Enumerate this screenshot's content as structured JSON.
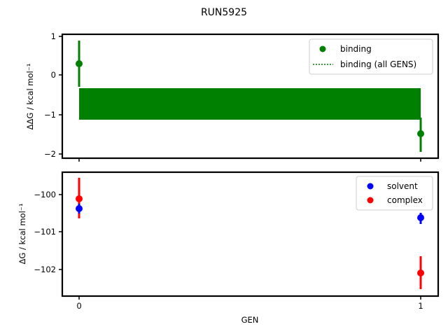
{
  "figure": {
    "title": "RUN5925"
  },
  "chart_data": [
    {
      "type": "scatter",
      "panel": "top",
      "title": "",
      "xlabel": "",
      "ylabel": "ΔΔG / kcal mol⁻¹",
      "x": [
        0,
        1
      ],
      "xticks": [
        "0",
        "1"
      ],
      "yticks": [
        "1",
        "0",
        "−1",
        "−2"
      ],
      "ylim": [
        -2.08,
        1.05
      ],
      "grid": false,
      "legend_position": "upper right",
      "series": [
        {
          "name": "binding",
          "color": "#008000",
          "marker": "o",
          "values": [
            0.28,
            -1.48
          ],
          "err_low": [
            -0.3,
            -1.95
          ],
          "err_high": [
            0.85,
            -0.35
          ]
        },
        {
          "name": "binding (all GENS)",
          "color": "#008000",
          "linestyle": "dotted",
          "band": {
            "x_from": 0,
            "x_to": 1,
            "low": -1.12,
            "high": -0.35
          }
        }
      ]
    },
    {
      "type": "scatter",
      "panel": "bottom",
      "title": "",
      "xlabel": "GEN",
      "ylabel": "ΔG / kcal mol⁻¹",
      "x": [
        0,
        1
      ],
      "xticks": [
        "0",
        "1"
      ],
      "yticks": [
        "−100",
        "−101",
        "−102"
      ],
      "ylim": [
        -102.72,
        -99.4
      ],
      "grid": false,
      "legend_position": "upper right",
      "series": [
        {
          "name": "solvent",
          "color": "#0000ff",
          "marker": "o",
          "values": [
            -100.37,
            -100.62
          ],
          "err_low": [
            -100.5,
            -100.72
          ],
          "err_high": [
            -100.24,
            -100.5
          ]
        },
        {
          "name": "complex",
          "color": "#ff0000",
          "marker": "o",
          "values": [
            -100.12,
            -102.08
          ],
          "err_low": [
            -100.65,
            -102.52
          ],
          "err_high": [
            -99.55,
            -101.65
          ]
        }
      ]
    }
  ],
  "legend_top": {
    "items": [
      "binding",
      "binding (all GENS)"
    ]
  },
  "legend_bottom": {
    "items": [
      "solvent",
      "complex"
    ]
  },
  "axes_top": {
    "ylabel": "ΔΔG / kcal mol⁻¹",
    "yticks": [
      "1",
      "0",
      "−1",
      "−2"
    ]
  },
  "axes_bottom": {
    "ylabel": "ΔG / kcal mol⁻¹",
    "yticks": [
      "−100",
      "−101",
      "−102"
    ],
    "xticks": [
      "0",
      "1"
    ],
    "xlabel": "GEN"
  },
  "colors": {
    "binding": "#008000",
    "solvent": "#0000ff",
    "complex": "#ff0000"
  }
}
